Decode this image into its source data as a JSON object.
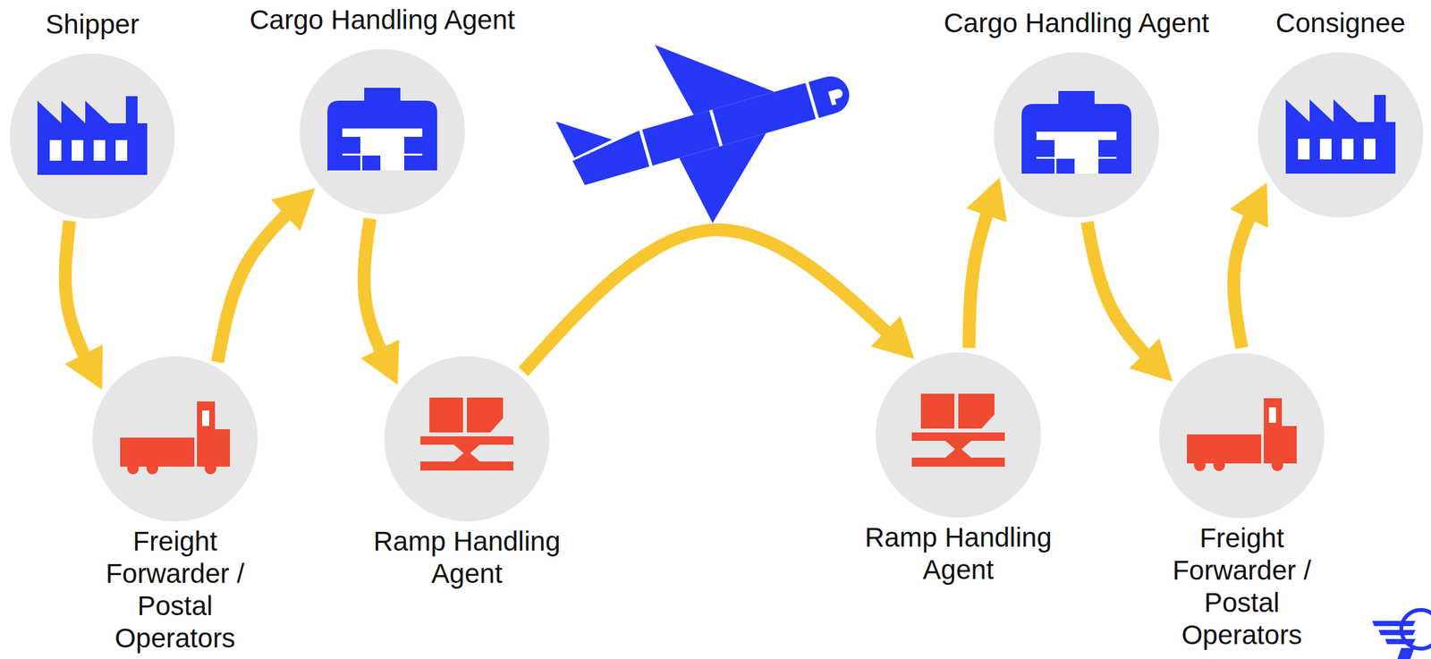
{
  "diagram": {
    "nodes": [
      {
        "text": [
          "Shipper"
        ]
      },
      {
        "text": [
          "Freight Forwarder / Postal Operators"
        ]
      },
      {
        "text": [
          "Cargo Handling Agent"
        ]
      },
      {
        "text": [
          "Ramp Handling Agent"
        ]
      },
      {
        "text": [
          "Ramp Handling Agent"
        ]
      },
      {
        "text": [
          "Cargo Handling Agent"
        ]
      },
      {
        "text": [
          "Freight Forwarder / Postal Operators"
        ]
      },
      {
        "text": [
          "Consignee"
        ]
      }
    ],
    "edges": [
      {
        "from": 0,
        "to": 1,
        "arrow": "to"
      },
      {
        "from": 1,
        "to": 2,
        "arrow": "to"
      },
      {
        "from": 2,
        "to": 3,
        "arrow": "to"
      },
      {
        "from": 3,
        "to": 4,
        "arrow": "to"
      },
      {
        "from": 4,
        "to": 5,
        "arrow": "to"
      },
      {
        "from": 5,
        "to": 6,
        "arrow": "to"
      },
      {
        "from": 6,
        "to": 7,
        "arrow": "to"
      }
    ]
  }
}
